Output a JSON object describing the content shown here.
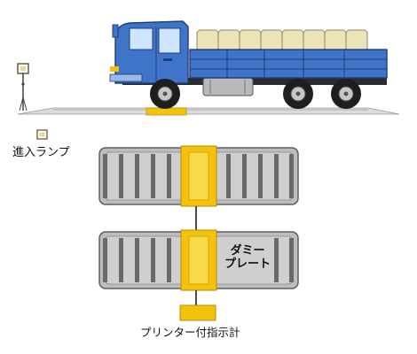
{
  "labels": {
    "entry_lamp": "進入ランプ",
    "dummy_plate_line1": "ダミー",
    "dummy_plate_line2": "プレート",
    "printer_indicator": "プリンター付指示計"
  },
  "colors": {
    "truck_body": "#3f74c8",
    "truck_dark": "#1f3f7a",
    "cargo": "#ece3b6",
    "plate_gray": "#bdbdbd",
    "plate_dark": "#6a6a6a",
    "sensor_yellow": "#f4c20d",
    "ground": "#cfcfcf"
  }
}
